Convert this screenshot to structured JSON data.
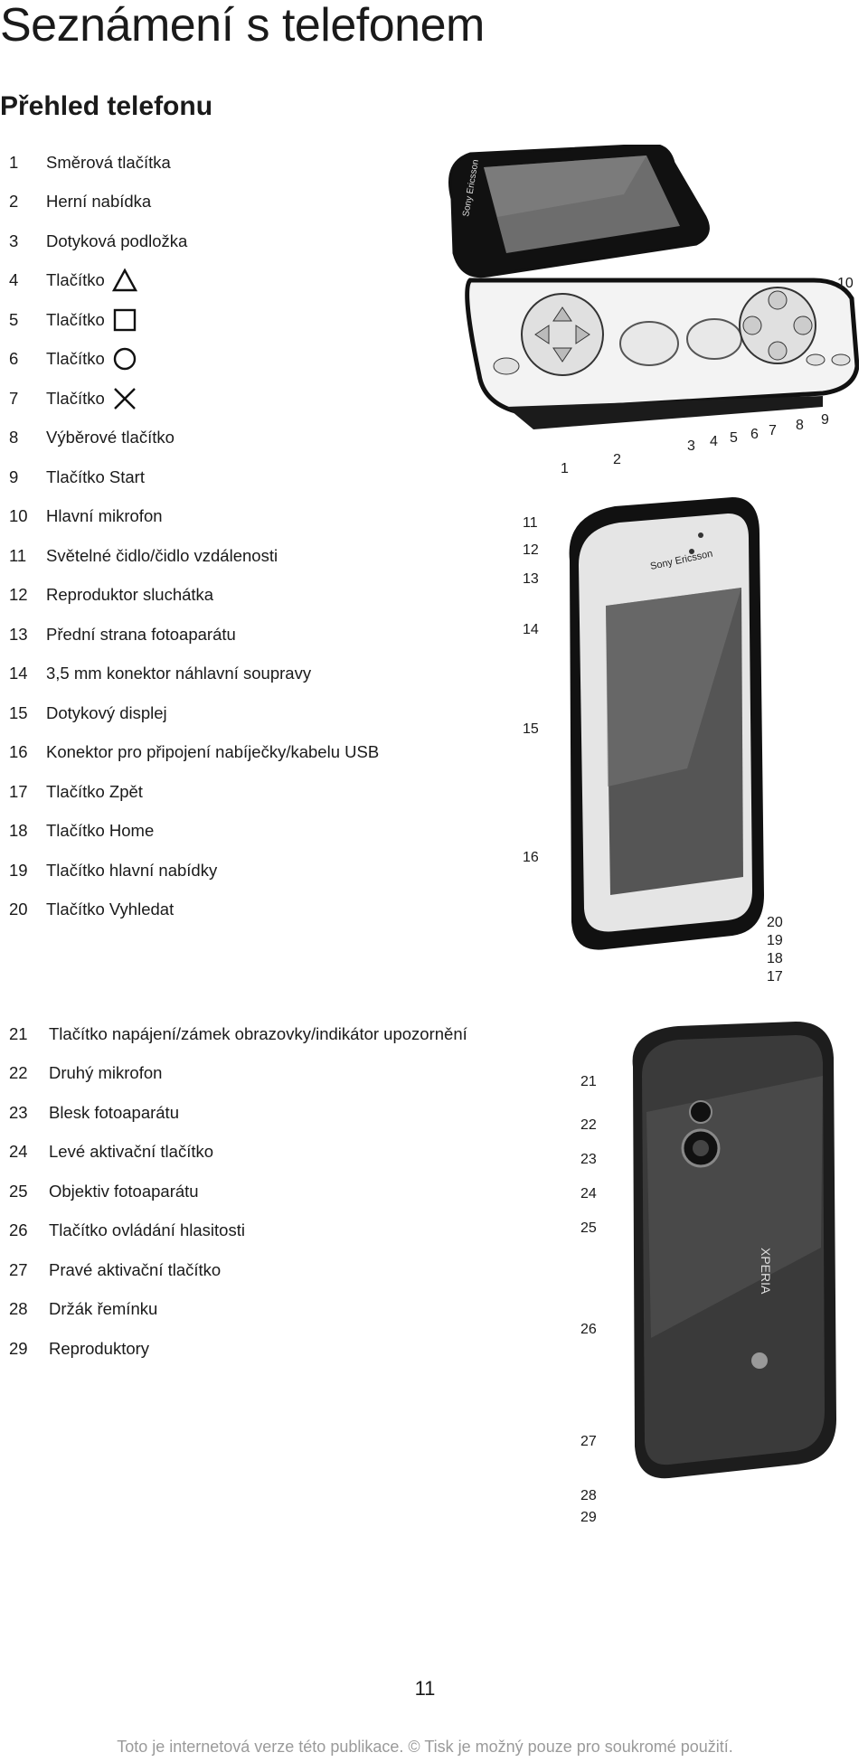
{
  "title": "Seznámení s telefonem",
  "subtitle": "Přehled telefonu",
  "items_a": [
    {
      "num": "1",
      "label": "Směrová tlačítka",
      "icon": ""
    },
    {
      "num": "2",
      "label": "Herní nabídka",
      "icon": ""
    },
    {
      "num": "3",
      "label": "Dotyková podložka",
      "icon": ""
    },
    {
      "num": "4",
      "label": "Tlačítko",
      "icon": "triangle-icon"
    },
    {
      "num": "5",
      "label": "Tlačítko",
      "icon": "square-icon"
    },
    {
      "num": "6",
      "label": "Tlačítko",
      "icon": "circle-icon"
    },
    {
      "num": "7",
      "label": "Tlačítko",
      "icon": "cross-icon"
    },
    {
      "num": "8",
      "label": "Výběrové tlačítko",
      "icon": ""
    },
    {
      "num": "9",
      "label": "Tlačítko Start",
      "icon": ""
    },
    {
      "num": "10",
      "label": "Hlavní mikrofon",
      "icon": ""
    },
    {
      "num": "11",
      "label": "Světelné čidlo/čidlo vzdálenosti",
      "icon": ""
    },
    {
      "num": "12",
      "label": "Reproduktor sluchátka",
      "icon": ""
    },
    {
      "num": "13",
      "label": "Přední strana fotoaparátu",
      "icon": ""
    },
    {
      "num": "14",
      "label": "3,5 mm konektor náhlavní soupravy",
      "icon": ""
    },
    {
      "num": "15",
      "label": "Dotykový displej",
      "icon": ""
    },
    {
      "num": "16",
      "label": "Konektor pro připojení nabíječky/kabelu USB",
      "icon": ""
    },
    {
      "num": "17",
      "label": "Tlačítko Zpět",
      "icon": ""
    },
    {
      "num": "18",
      "label": "Tlačítko Home",
      "icon": ""
    },
    {
      "num": "19",
      "label": "Tlačítko hlavní nabídky",
      "icon": ""
    },
    {
      "num": "20",
      "label": "Tlačítko Vyhledat",
      "icon": ""
    }
  ],
  "items_b": [
    {
      "num": "21",
      "label": "Tlačítko napájení/zámek obrazovky/indikátor upozornění"
    },
    {
      "num": "22",
      "label": "Druhý mikrofon"
    },
    {
      "num": "23",
      "label": "Blesk fotoaparátu"
    },
    {
      "num": "24",
      "label": "Levé aktivační tlačítko"
    },
    {
      "num": "25",
      "label": "Objektiv fotoaparátu"
    },
    {
      "num": "26",
      "label": "Tlačítko ovládání hlasitosti"
    },
    {
      "num": "27",
      "label": "Pravé aktivační tlačítko"
    },
    {
      "num": "28",
      "label": "Držák řemínku"
    },
    {
      "num": "29",
      "label": "Reproduktory"
    }
  ],
  "figures": {
    "open_brand": "Sony Ericsson",
    "front_brand": "Sony Ericsson",
    "back_brand": "XPERIA",
    "open_callouts": [
      "1",
      "2",
      "3",
      "4",
      "5",
      "6",
      "7",
      "8",
      "9",
      "10"
    ],
    "front_callouts": [
      "11",
      "12",
      "13",
      "14",
      "15",
      "16",
      "20",
      "19",
      "18",
      "17"
    ],
    "back_callouts": [
      "21",
      "22",
      "23",
      "24",
      "25",
      "26",
      "27",
      "28",
      "29"
    ]
  },
  "page_number": "11",
  "footer": "Toto je internetová verze této publikace. © Tisk je možný pouze pro soukromé použití."
}
